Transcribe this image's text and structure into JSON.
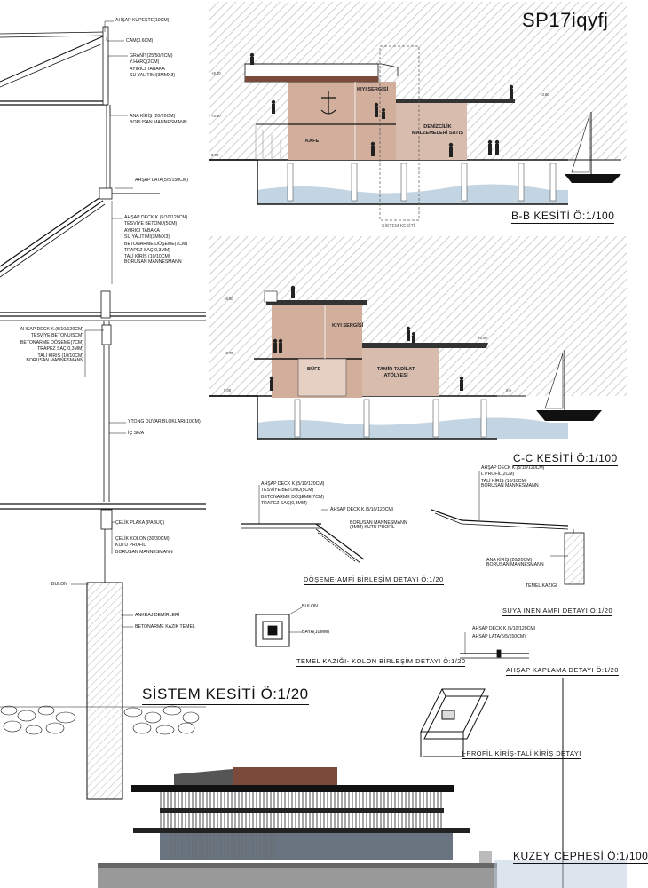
{
  "sheet_code": "SP17iqyfj",
  "colors": {
    "hatch": "#c8c8c8",
    "building": "#d2ae9c",
    "water": "#b9ccdd",
    "ink": "#111111",
    "roof": "#7a4a3a"
  },
  "system_section": {
    "title": "SİSTEM KESİTİ Ö:1/20",
    "roof_labels": [
      "AHŞAP KUPEŞTE(10CM)",
      "CAM(0.6CM)",
      "GRANİT(25/50/2CM)",
      "Y.HARÇ(2CM)",
      "AYIRICI TABAKA",
      "SU YALITIMI(3MMX3)",
      "ANA KİRİŞ (20/20CM)",
      "BORUSAN MANNESMANN"
    ],
    "amphi_labels": [
      "AHŞAP LATA(5/5/150CM)",
      "AHŞAP DECK K.(5/10/120CM)",
      "TESVİYE BETONU(5CM)",
      "AYIRICI TABAKA",
      "SU YALITIMI(3MMX3)",
      "BETONARME DÖŞEME(7CM)",
      "TRAPEZ SAÇ(0,3MM)",
      "TALİ KİRİŞ (10/10CM)",
      "BORUSAN MANNESMANN"
    ],
    "floor_labels": [
      "AHŞAP DECK K.(5/10/120CM)",
      "TESVİYE BETONU(5CM)",
      "BETONARME DÖŞEME(7CM)",
      "TRAPEZ SAÇ(0,3MM)",
      "TALİ KİRİŞ (10/10CM)",
      "BORUSAN MANNESMANN"
    ],
    "wall_labels": [
      "YTONG DUVAR BLOKLARI(10CM)",
      "İÇ SIVA"
    ],
    "column_labels": [
      "ÇELİK PLAKA (PABUÇ)",
      "ÇELİK KOLON (30/30CM)",
      "KUTU PROFİL",
      "BORUSAN MANNESMANN"
    ],
    "pile_labels": [
      "BULON",
      "ANKRAJ DEMİRLERİ",
      "BETONARME KAZIK TEMEL"
    ]
  },
  "section_bb": {
    "title": "B-B KESİTİ Ö:1/100",
    "rooms": [
      "KIYI SERGİSİ",
      "KAFE",
      "DENİZCİLİK MALZEMELERİ SATIŞ"
    ],
    "system_cut_label": "SİSTEM KESİTİ",
    "levels": [
      "+8.80",
      "+3.30",
      "+3.80",
      "0.00"
    ]
  },
  "section_cc": {
    "title": "C-C KESİTİ Ö:1/100",
    "rooms": [
      "KIYI SERGİSİ",
      "BÜFE",
      "TAMİR-TADİLAT ATÖLYESİ"
    ],
    "levels": [
      "+8.80",
      "+3.70",
      "+5.00",
      "0.00",
      "0.0"
    ]
  },
  "details": {
    "floor_amphi": {
      "title": "DÖŞEME-AMFİ BİRLEŞİM DETAYI Ö:1/20",
      "labels": [
        "AHŞAP DECK K.(5/10/120CM)",
        "TESVİYE BETONU(5CM)",
        "BETONARME DÖŞEME(7CM)",
        "TRAPEZ SAÇ(0,3MM)"
      ],
      "labels_right": [
        "AHŞAP DECK K.(5/10/120CM)",
        "BORUSAN MANNESMANN",
        "(3MM) KUTU PROFİL"
      ]
    },
    "water_amphi": {
      "title": "SUYA İNEN AMFİ DETAYI Ö:1/20",
      "labels": [
        "AHŞAP DECK K.(5/10/120CM)",
        "L PROFİL(2CM)",
        "TALİ KİRİŞ (10/10CM)",
        "BORUSAN MANNESMANN"
      ],
      "labels_bottom": [
        "ANA KİRİŞ (20/20CM)",
        "BORUSAN MANNESMANN",
        "TEMEL KAZIĞI"
      ]
    },
    "pile_column": {
      "title": "TEMEL KAZIĞI- KOLON BİRLEŞİM DETAYI Ö:1/20",
      "labels": [
        "BULON",
        "BAYA(10MM)"
      ]
    },
    "wood_cladding": {
      "title": "AHŞAP KAPLAMA DETAYI Ö:1/20",
      "labels": [
        "AHŞAP DECK K.(5/10/120CM)",
        "AHŞAP LATA(5/5/150CM)"
      ]
    },
    "i_profile": {
      "title": "I-PROFİL KİRİŞ-TALİ KİRİŞ DETAYI"
    }
  },
  "elevation": {
    "title": "KUZEY CEPHESİ Ö:1/100"
  }
}
